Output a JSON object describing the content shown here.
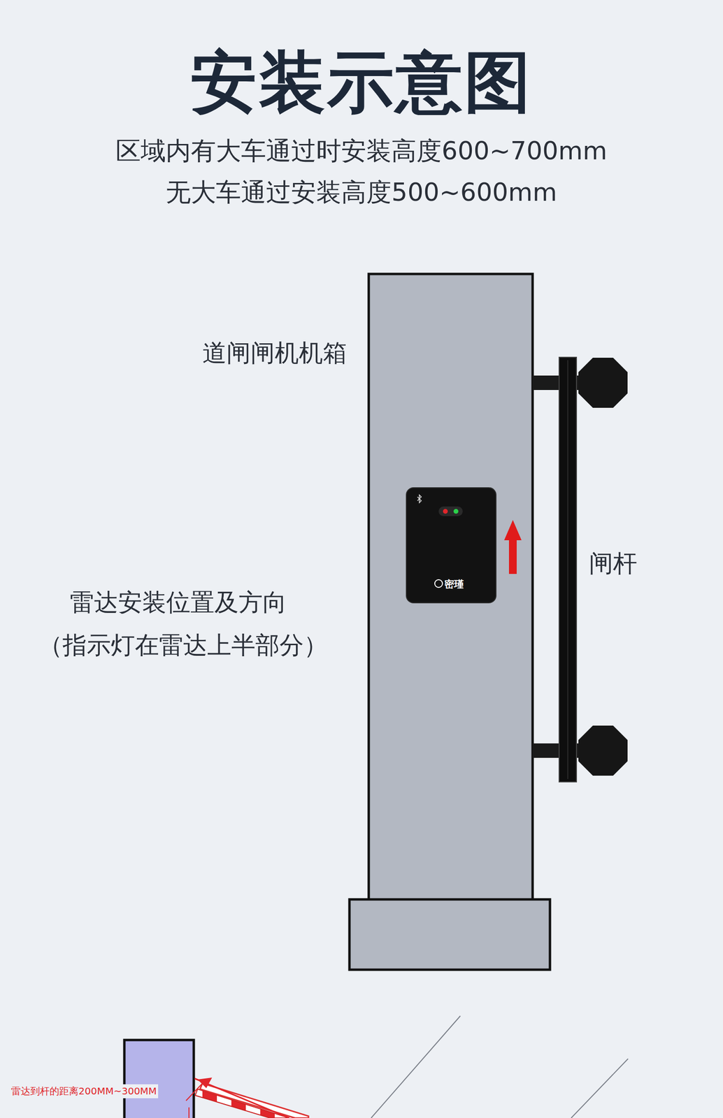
{
  "diagram": {
    "title": "安装示意图",
    "nodes": [
      {
        "text": [
          "密瑾"
        ]
      }
    ],
    "labels": [
      "区域内有大车通过时安装高度600~700mm",
      "无大车通过安装高度500~600mm",
      "道闸闸机机箱",
      "雷达安装位置及方向",
      "（指示灯在雷达上半部分）",
      "闸杆",
      "雷达到杆的距离200MM~300MM"
    ]
  }
}
